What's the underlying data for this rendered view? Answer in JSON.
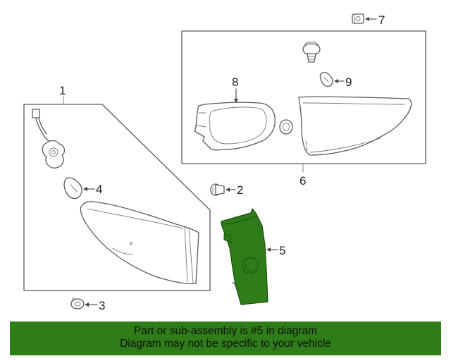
{
  "callouts": {
    "c1": "1",
    "c2": "2",
    "c3": "3",
    "c4": "4",
    "c5": "5",
    "c6": "6",
    "c7": "7",
    "c8": "8",
    "c9": "9"
  },
  "highlight_color": "#2e7d18",
  "banner": {
    "line1": "Part or sub-assembly is #5 in diagram",
    "line2": "Diagram may not be specific to your vehicle"
  }
}
